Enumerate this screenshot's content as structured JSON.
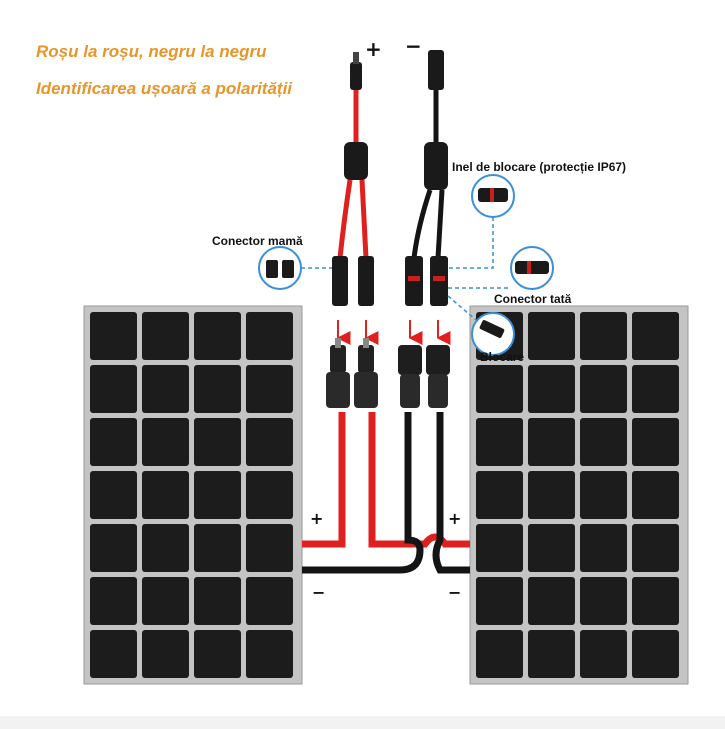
{
  "headline": {
    "line1": "Roșu la roșu, negru la negru",
    "line2": "Identificarea ușoară a polarității"
  },
  "labels": {
    "female_connector": "Conector mamă",
    "male_connector": "Conector tată",
    "locking_ring": "Inel de blocare (protecție IP67)",
    "lock": "Blocare"
  },
  "polarity": {
    "top_plus": "+",
    "top_minus": "−",
    "left_panel_plus": "+",
    "left_panel_minus": "−",
    "right_panel_plus": "+",
    "right_panel_minus": "−"
  },
  "colors": {
    "headline": "#e8962a",
    "positive_cable": "#e0201f",
    "negative_cable": "#141414",
    "panel_cell": "#1c1c1c",
    "panel_frame": "#bfbfbf",
    "callout_line": "#3a8fd8"
  },
  "icons": [
    "mc4-female-connector-icon",
    "mc4-male-connector-icon",
    "locking-ring-icon",
    "lock-clip-icon",
    "down-arrow-icon"
  ]
}
